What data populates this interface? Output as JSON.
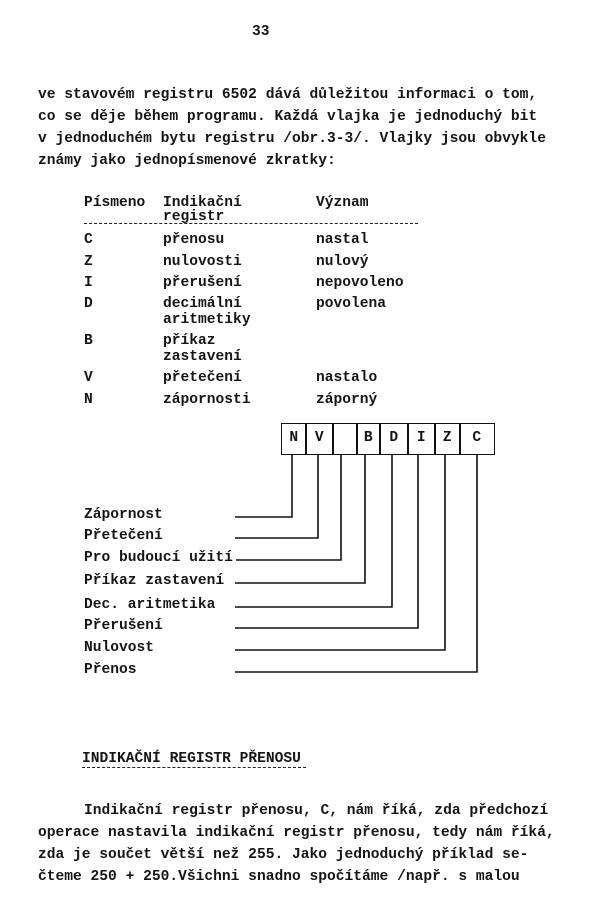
{
  "page_number": "33",
  "intro_lines": [
    "ve stavovém registru 6502 dává důležitou informaci o tom,",
    "co se děje během programu. Každá vlajka je jednoduchý bit",
    "v jednoduchém bytu registru /obr.3-3/. Vlajky jsou obvykle",
    "známy jako jednopísmenové zkratky:"
  ],
  "table": {
    "headers": {
      "letter": "Písmeno",
      "register": "Indikační",
      "register2": "registr",
      "meaning": "Význam"
    },
    "rows": [
      {
        "letter": "C",
        "register": "přenosu",
        "register2": "",
        "meaning": "nastal"
      },
      {
        "letter": "Z",
        "register": "nulovosti",
        "register2": "",
        "meaning": "nulový"
      },
      {
        "letter": "I",
        "register": "přerušení",
        "register2": "",
        "meaning": "nepovoleno"
      },
      {
        "letter": "D",
        "register": "decimální",
        "register2": "aritmetiky",
        "meaning": "povolena"
      },
      {
        "letter": "B",
        "register": "příkaz",
        "register2": "zastavení",
        "meaning": ""
      },
      {
        "letter": "V",
        "register": "přetečení",
        "register2": "",
        "meaning": "nastalo"
      },
      {
        "letter": "N",
        "register": "zápornosti",
        "register2": "",
        "meaning": "záporný"
      }
    ]
  },
  "diagram": {
    "bits": [
      "N",
      "V",
      "",
      "B",
      "D",
      "I",
      "Z",
      "C"
    ],
    "labels": [
      "Zápornost",
      "Přetečení",
      "Pro budoucí užití",
      "Příkaz zastavení",
      "Dec. aritmetika",
      "Přerušení",
      "Nulovost",
      "Přenos"
    ]
  },
  "section_heading": "INDIKAČNÍ REGISTR PŘENOSU",
  "body_lines": [
    "Indikační registr přenosu, C, nám říká, zda předchozí",
    "operace nastavila indikační registr přenosu, tedy nám říká,",
    "zda je součet větší než 255. Jako jednoduchý příklad se-",
    "čteme 250 + 250.Všichni snadno spočítáme /např. s malou"
  ]
}
